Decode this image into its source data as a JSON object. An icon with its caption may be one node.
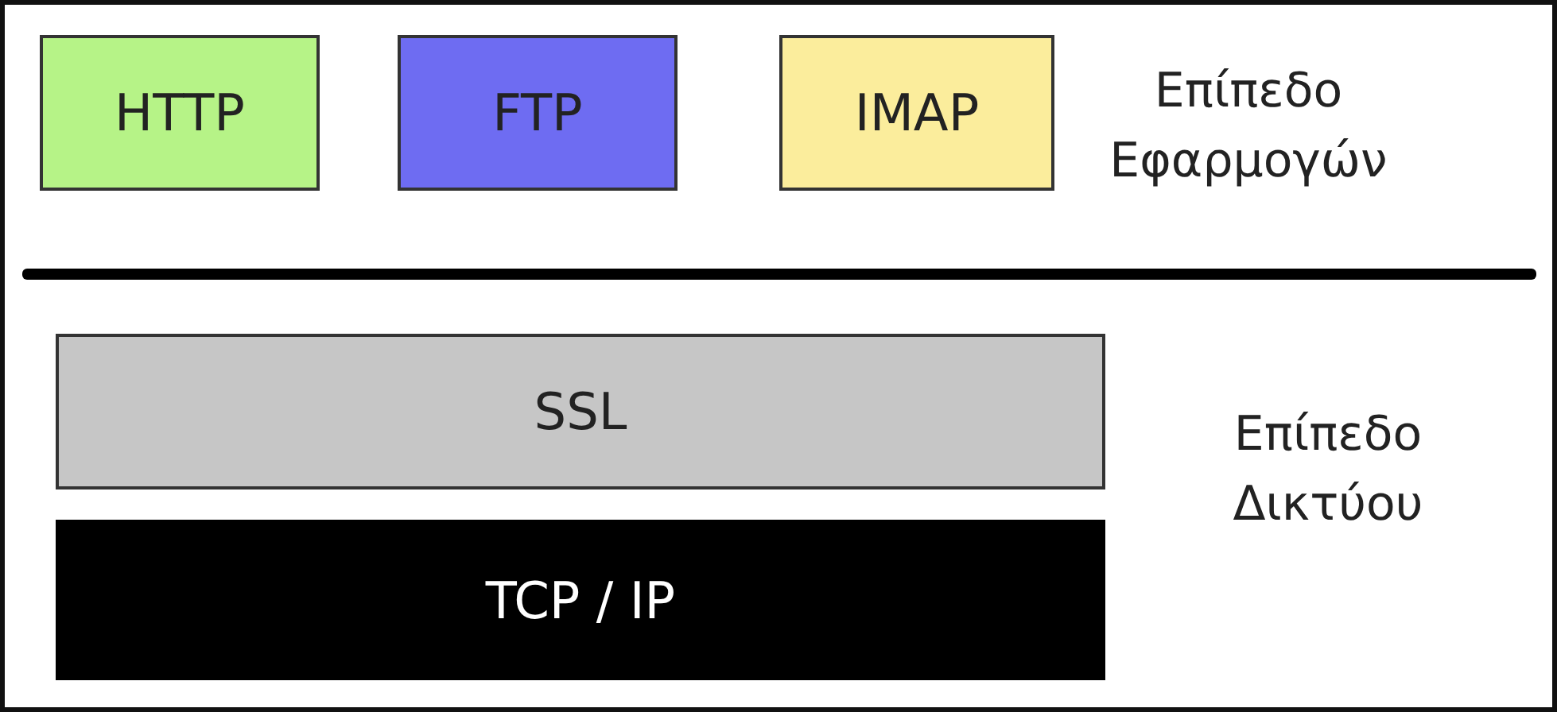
{
  "diagram": {
    "nodes": [
      {
        "text": [
          "HTTP"
        ]
      },
      {
        "text": [
          "FTP"
        ]
      },
      {
        "text": [
          "IMAP"
        ]
      },
      {
        "text": [
          "SSL"
        ]
      },
      {
        "text": [
          "TCP / IP"
        ]
      }
    ],
    "edges": [],
    "labels": [
      "Επίπεδο Εφαρμογών",
      "Επίπεδο Δικτύου"
    ]
  }
}
